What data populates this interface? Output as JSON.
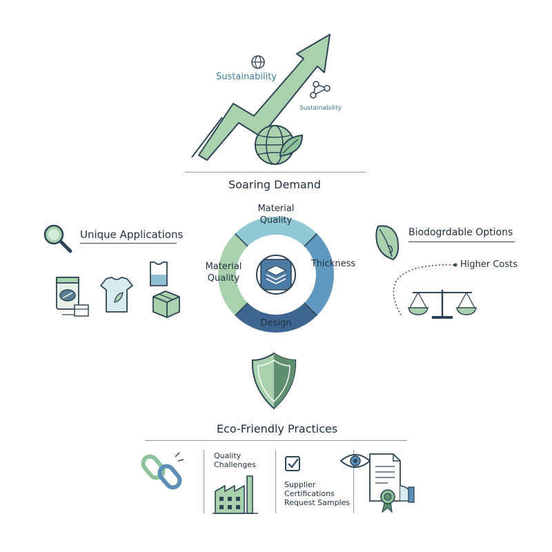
{
  "top": {
    "sustainability_big": "Sustainability",
    "sustainability_small": "Sustainability",
    "title": "Soaring Demand"
  },
  "left": {
    "title": "Unique Applications"
  },
  "right": {
    "title": "Biodogrdable Options",
    "higher_costs": "Higher Costs"
  },
  "wheel": {
    "top_label_1": "Material",
    "top_label_2": "Quality",
    "left_label_1": "Material",
    "left_label_2": "Quality",
    "right_label": "Thickness",
    "bottom_label": "Design"
  },
  "bottom": {
    "title": "Eco-Friendly Practices",
    "quality_1": "Quality",
    "quality_2": "Challenges",
    "supplier_1": "Supplier",
    "supplier_2": "Certifications",
    "supplier_3": "Request Samples"
  },
  "colors": {
    "green": "#9cc7a4",
    "green_dark": "#5f8f6f",
    "teal": "#78b7c6",
    "blue": "#5b8fb8",
    "navy": "#34597f",
    "outline": "#2d4356"
  }
}
